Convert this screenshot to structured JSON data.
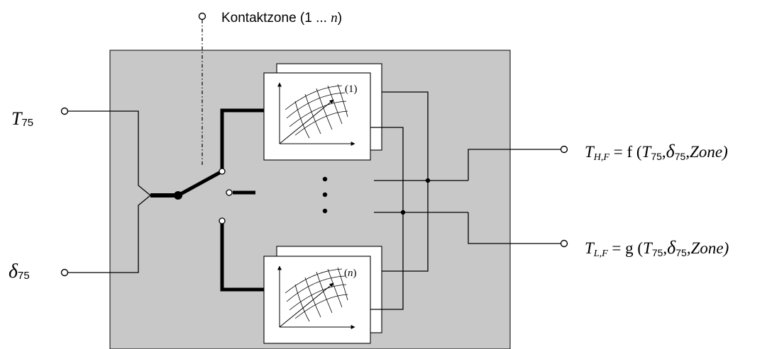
{
  "colors": {
    "box_fill": "#c8c8c8",
    "line": "#000000",
    "card_fill": "#ffffff"
  },
  "control": {
    "label_prefix": "Kontaktzone  (1 ... ",
    "label_var": "n",
    "label_suffix": ")"
  },
  "inputs": {
    "temperature": {
      "symbol": "T",
      "subscript": "75"
    },
    "deflection": {
      "symbol": "δ",
      "subscript": "75"
    }
  },
  "maps": [
    {
      "index_label": "(1)"
    },
    {
      "index_label_open": "(",
      "index_label_var": "n",
      "index_label_close": ")"
    }
  ],
  "outputs": {
    "high": {
      "symbol": "T",
      "subscript": "H,F",
      "func": " = f (",
      "arg1_sym": "T",
      "arg1_sub": "75",
      "sep1": ",",
      "arg2_sym": "δ",
      "arg2_sub": "75",
      "tail": ",Zone)"
    },
    "low": {
      "symbol": "T",
      "subscript": "L,F",
      "func": " = g (",
      "arg1_sym": "T",
      "arg1_sub": "75",
      "sep1": ",",
      "arg2_sym": "δ",
      "arg2_sub": "75",
      "tail": ",Zone)"
    }
  }
}
